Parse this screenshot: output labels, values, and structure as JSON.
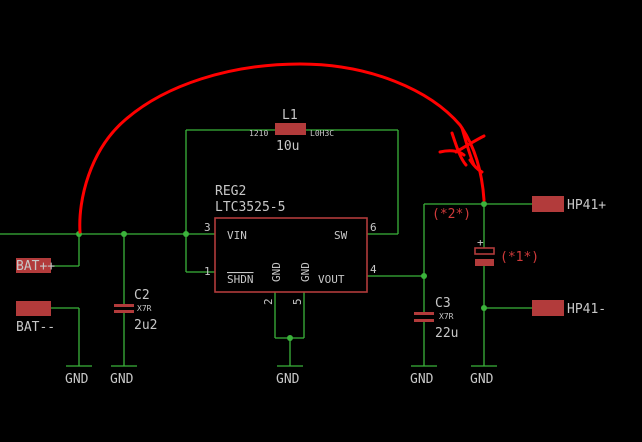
{
  "schematic": {
    "inductor": {
      "ref": "L1",
      "package": "1210",
      "part": "L0H3C",
      "value": "10u"
    },
    "regulator": {
      "ref": "REG2",
      "part": "LTC3525-5",
      "pins": {
        "vin": "VIN",
        "sw": "SW",
        "shdn": "SHDN",
        "gnd_a": "GND",
        "gnd_b": "GND",
        "vout": "VOUT"
      },
      "pin_numbers": {
        "p3": "3",
        "p6": "6",
        "p1": "1",
        "p4": "4",
        "p2": "2",
        "p5": "5"
      }
    },
    "c2": {
      "ref": "C2",
      "dielectric": "X7R",
      "value": "2u2"
    },
    "c3": {
      "ref": "C3",
      "dielectric": "X7R",
      "value": "22u"
    },
    "cap_polar": {
      "label": "(*1*)",
      "plus": "+"
    },
    "net_tag": "(*2*)",
    "connectors": {
      "bat_pos": "BAT++",
      "bat_neg": "BAT--",
      "hp_pos": "HP41+",
      "hp_neg": "HP41-"
    },
    "grounds": {
      "g1": "GND",
      "g2": "GND",
      "g3": "GND",
      "g4": "GND",
      "g5": "GND"
    }
  },
  "colors": {
    "wire": "#3bb33b",
    "component": "#b23b3b",
    "text": "#c7c7c7",
    "annotation": "#ff0000"
  }
}
